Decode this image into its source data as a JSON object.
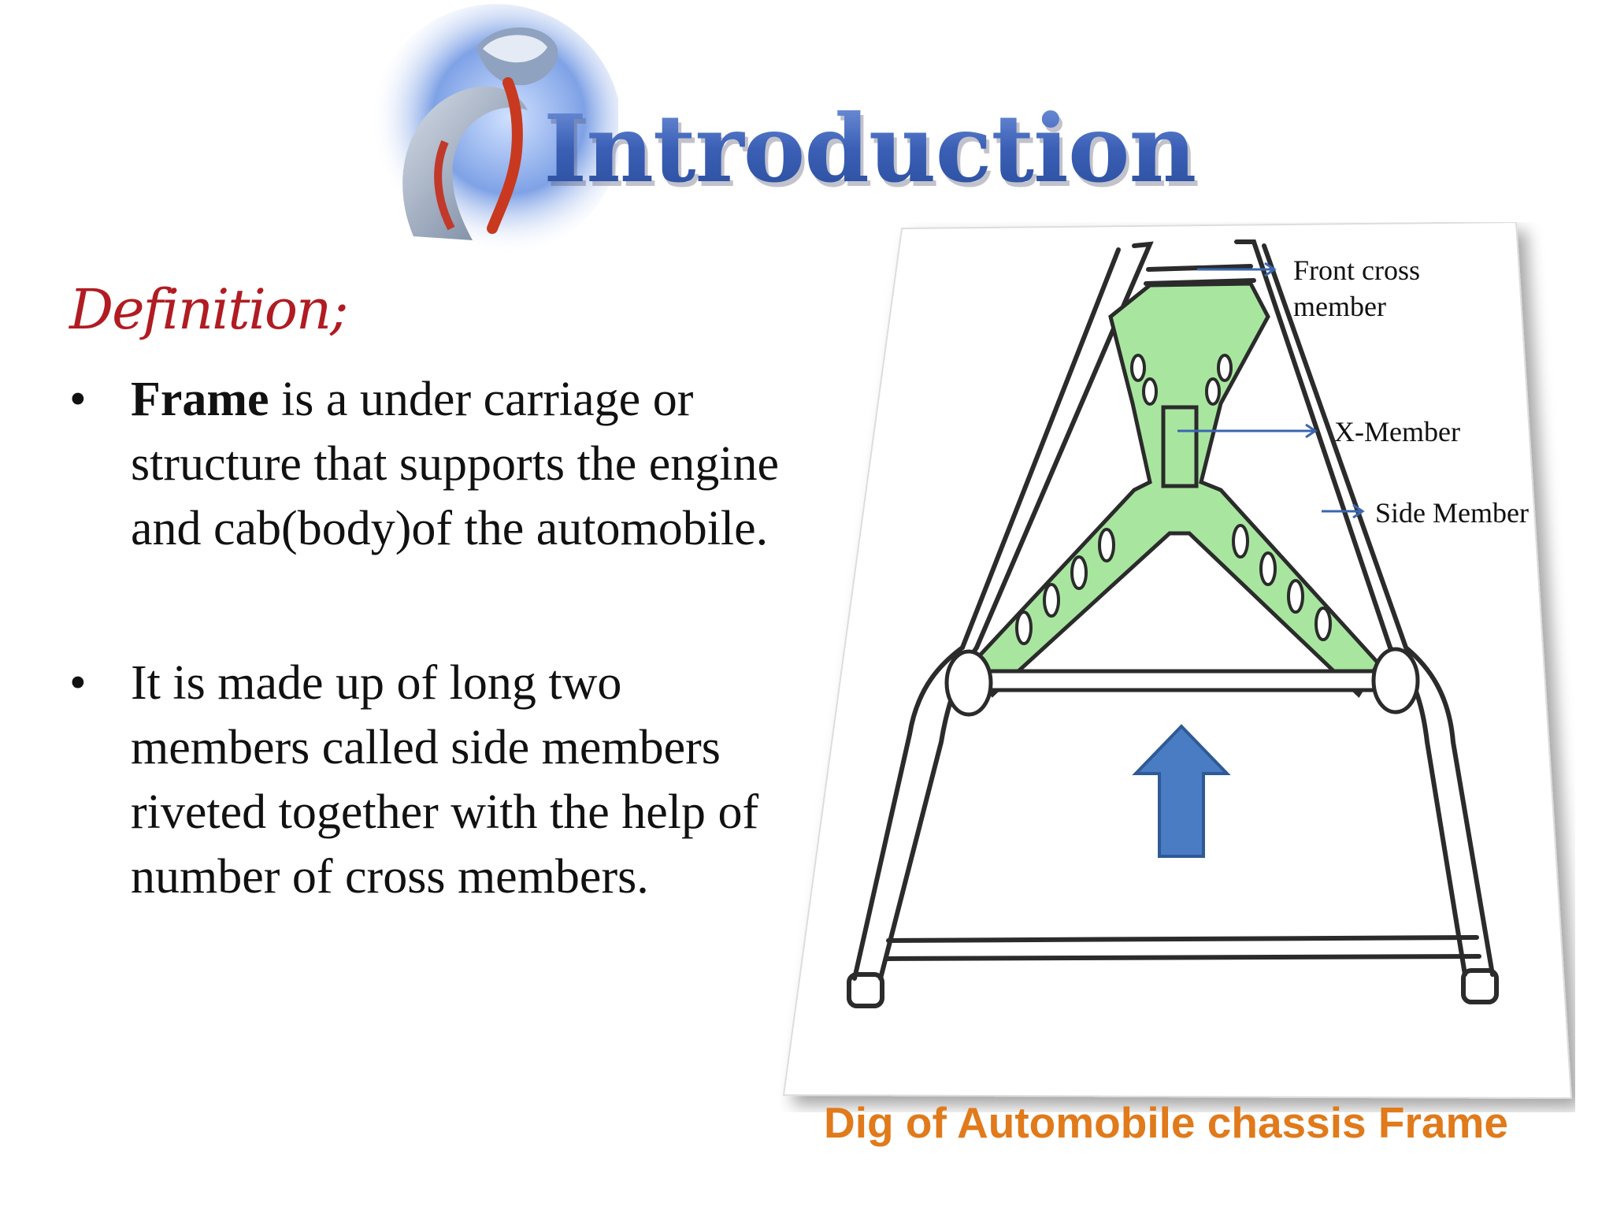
{
  "slide": {
    "title": "Introduction",
    "definition_heading": "Definition;",
    "bullets": [
      {
        "bold_term": "Frame",
        "text": " is a under carriage or structure that supports the engine and cab(body)of the automobile."
      },
      {
        "bold_term": "",
        "text": "It is made up of long two members called side members riveted together with the help of number of cross members."
      }
    ],
    "bullet_symbol": "•",
    "figure": {
      "labels": {
        "front_cross_line1": "Front cross",
        "front_cross_line2": "member",
        "x_member": "X-Member",
        "side_member": "Side Member"
      },
      "caption": "Dig of Automobile chassis Frame",
      "icons": [
        "chassis-frame-drawing",
        "up-arrow-icon"
      ]
    },
    "colors": {
      "title": "#3a5fb5",
      "definition": "#b01c22",
      "caption": "#e07a1b",
      "x_member_fill": "#a8e6a0",
      "arrow_fill": "#4a7cc4",
      "callout_arrow": "#3a66b0"
    }
  }
}
